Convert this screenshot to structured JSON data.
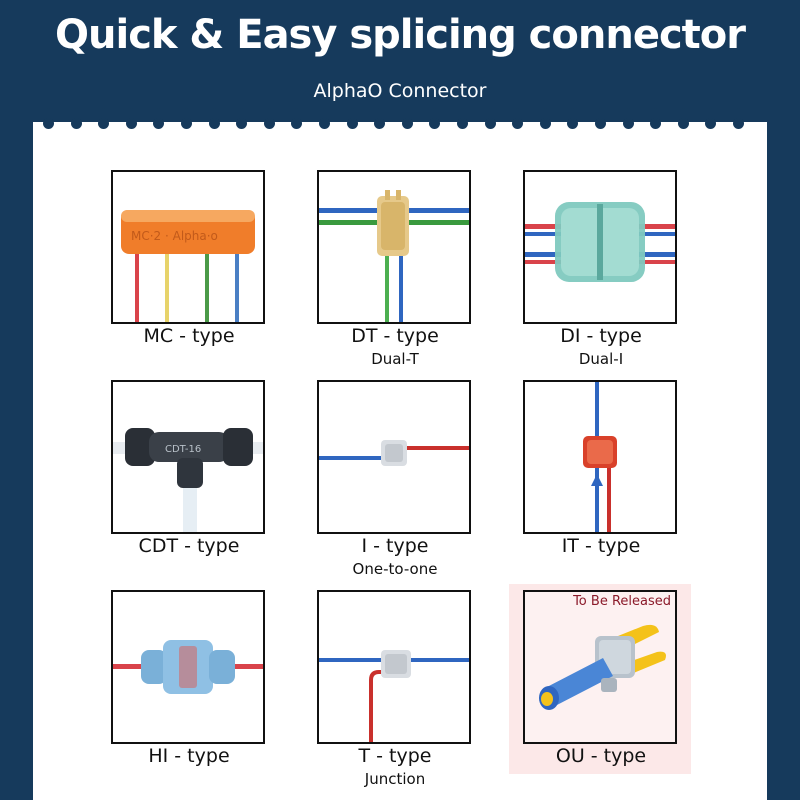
{
  "header": {
    "title": "Quick & Easy splicing connector",
    "subtitle": "AlphaO Connector"
  },
  "products": [
    {
      "label": "MC - type",
      "sub": "",
      "image": "mc-connector-image"
    },
    {
      "label": "DT - type",
      "sub": "Dual-T",
      "image": "dt-connector-image"
    },
    {
      "label": "DI - type",
      "sub": "Dual-I",
      "image": "di-connector-image"
    },
    {
      "label": "CDT - type",
      "sub": "",
      "image": "cdt-connector-image"
    },
    {
      "label": "I - type",
      "sub": "One-to-one",
      "image": "i-connector-image"
    },
    {
      "label": "IT - type",
      "sub": "",
      "image": "it-connector-image"
    },
    {
      "label": "HI - type",
      "sub": "",
      "image": "hi-connector-image"
    },
    {
      "label": "T - type",
      "sub": "Junction",
      "image": "t-connector-image"
    },
    {
      "label": "OU - type",
      "sub": "",
      "image": "ou-connector-image",
      "note": "To Be Released"
    }
  ],
  "colors": {
    "background": "#163a5c",
    "paper": "#ffffff",
    "highlight": "#fce8e8",
    "note": "#8b1a2a"
  }
}
